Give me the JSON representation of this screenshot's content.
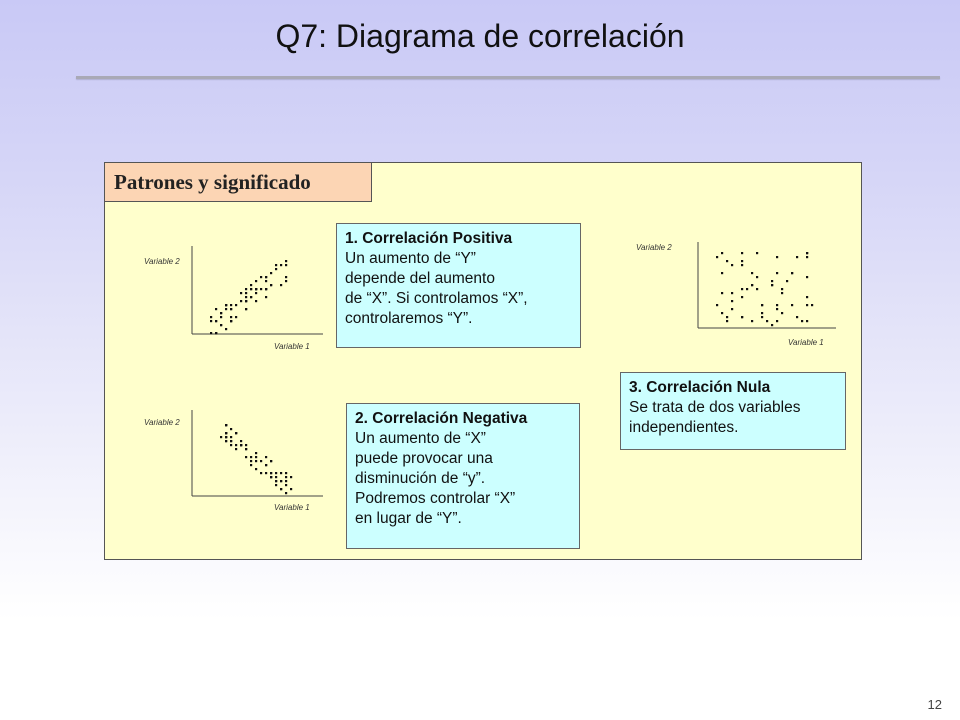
{
  "slide": {
    "title": "Q7: Diagrama de correlación",
    "page_number": "12"
  },
  "panel": {
    "header": "Patrones y significado"
  },
  "boxes": {
    "positive": {
      "heading": "1. Correlación Positiva",
      "lines": [
        "Un aumento de “Y”",
        "depende del aumento",
        "de “X”. Si controlamos “X”,",
        "controlaremos “Y”."
      ]
    },
    "negative": {
      "heading": "2. Correlación Negativa",
      "lines": [
        "Un aumento de “X”",
        "puede provocar una",
        "disminución de “y”.",
        "Podremos controlar “X”",
        "en lugar de “Y”."
      ]
    },
    "null": {
      "heading": "3. Correlación Nula",
      "lines": [
        "Se trata de dos variables",
        "independientes."
      ]
    }
  },
  "plots": {
    "positive": {
      "ylabel": "Variable  2",
      "xlabel": "Variable  1"
    },
    "negative": {
      "ylabel": "Variable  2",
      "xlabel": "Variable  1"
    },
    "null": {
      "ylabel": "Variable  2",
      "xlabel": "Variable  1"
    }
  },
  "colors": {
    "panel_bg": "#ffffcc",
    "header_bg": "#fcd5b4",
    "box_bg": "#ccffff"
  }
}
